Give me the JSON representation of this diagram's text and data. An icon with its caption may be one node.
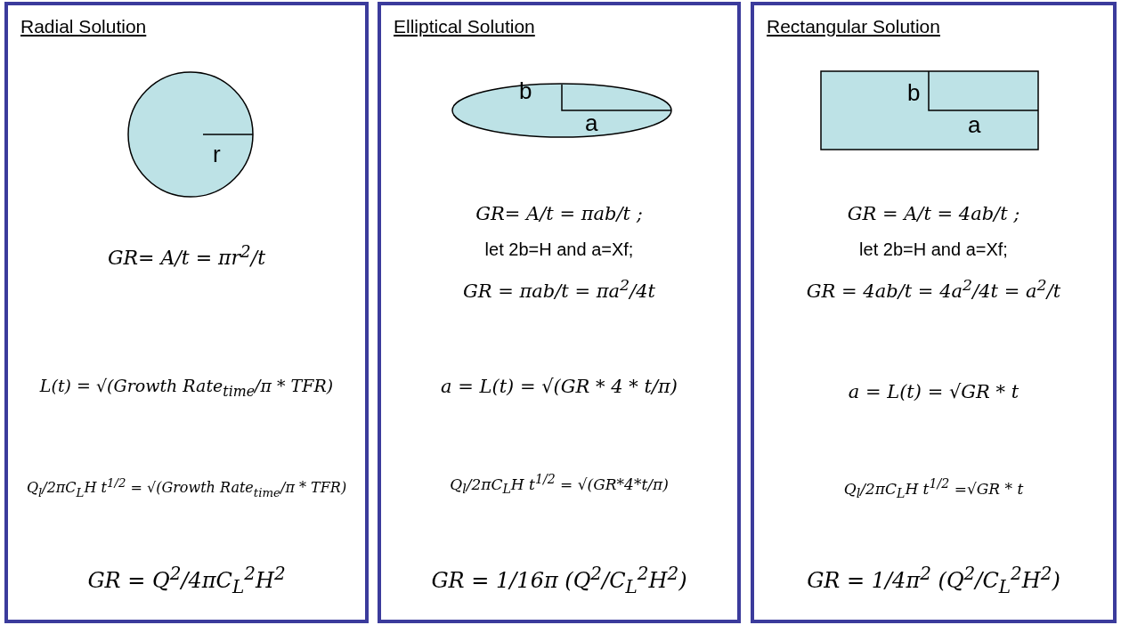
{
  "diagram": {
    "nodes": [
      {
        "text": [
          "Radial Solution",
          "GR= A/t = πr$^{2}$/t",
          "L(t) = √(Growth Rate$_{time}$/π * TFR)",
          "Q$_{l}$/2πC$_{L}$H t$^{1/2}$ = √(Growth Rate$_{time}$/π * TFR)",
          "GR = Q$^{2}$/4πC$_{L}$$^{2}$H$^{2}$"
        ]
      },
      {
        "text": [
          "Elliptical Solution",
          "GR= A/t = πab/t ;",
          "let 2b=H and a=Xf;",
          "GR = πab/t = πa$^{2}$/4t",
          "a = L(t) = √(GR * 4 * t/π)",
          "Q$_{l}$/2πC$_{L}$H t$^{1/2}$ = √(GR*4*t/π)",
          "GR = 1/16π (Q$^{2}$/C$_{L}$$^{2}$H$^{2}$)"
        ]
      },
      {
        "text": [
          "Rectangular Solution",
          "GR = A/t = 4ab/t ;",
          "let 2b=H and a=Xf;",
          "GR = 4ab/t = 4a$^{2}$/4t = a$^{2}$/t",
          "a = L(t) = √GR * t",
          "Q$_{l}$/2πC$_{L}$H t$^{1/2}$ =√GR * t",
          "GR = 1/4π$^{2}$ (Q$^{2}$/C$_{L}$$^{2}$H$^{2}$)"
        ]
      },
      {
        "text": [
          "r"
        ],
        "in": 0
      },
      {
        "text": [
          "b",
          "a"
        ],
        "in": 1
      },
      {
        "text": [
          "b",
          "a"
        ],
        "in": 2
      }
    ],
    "edges": []
  }
}
